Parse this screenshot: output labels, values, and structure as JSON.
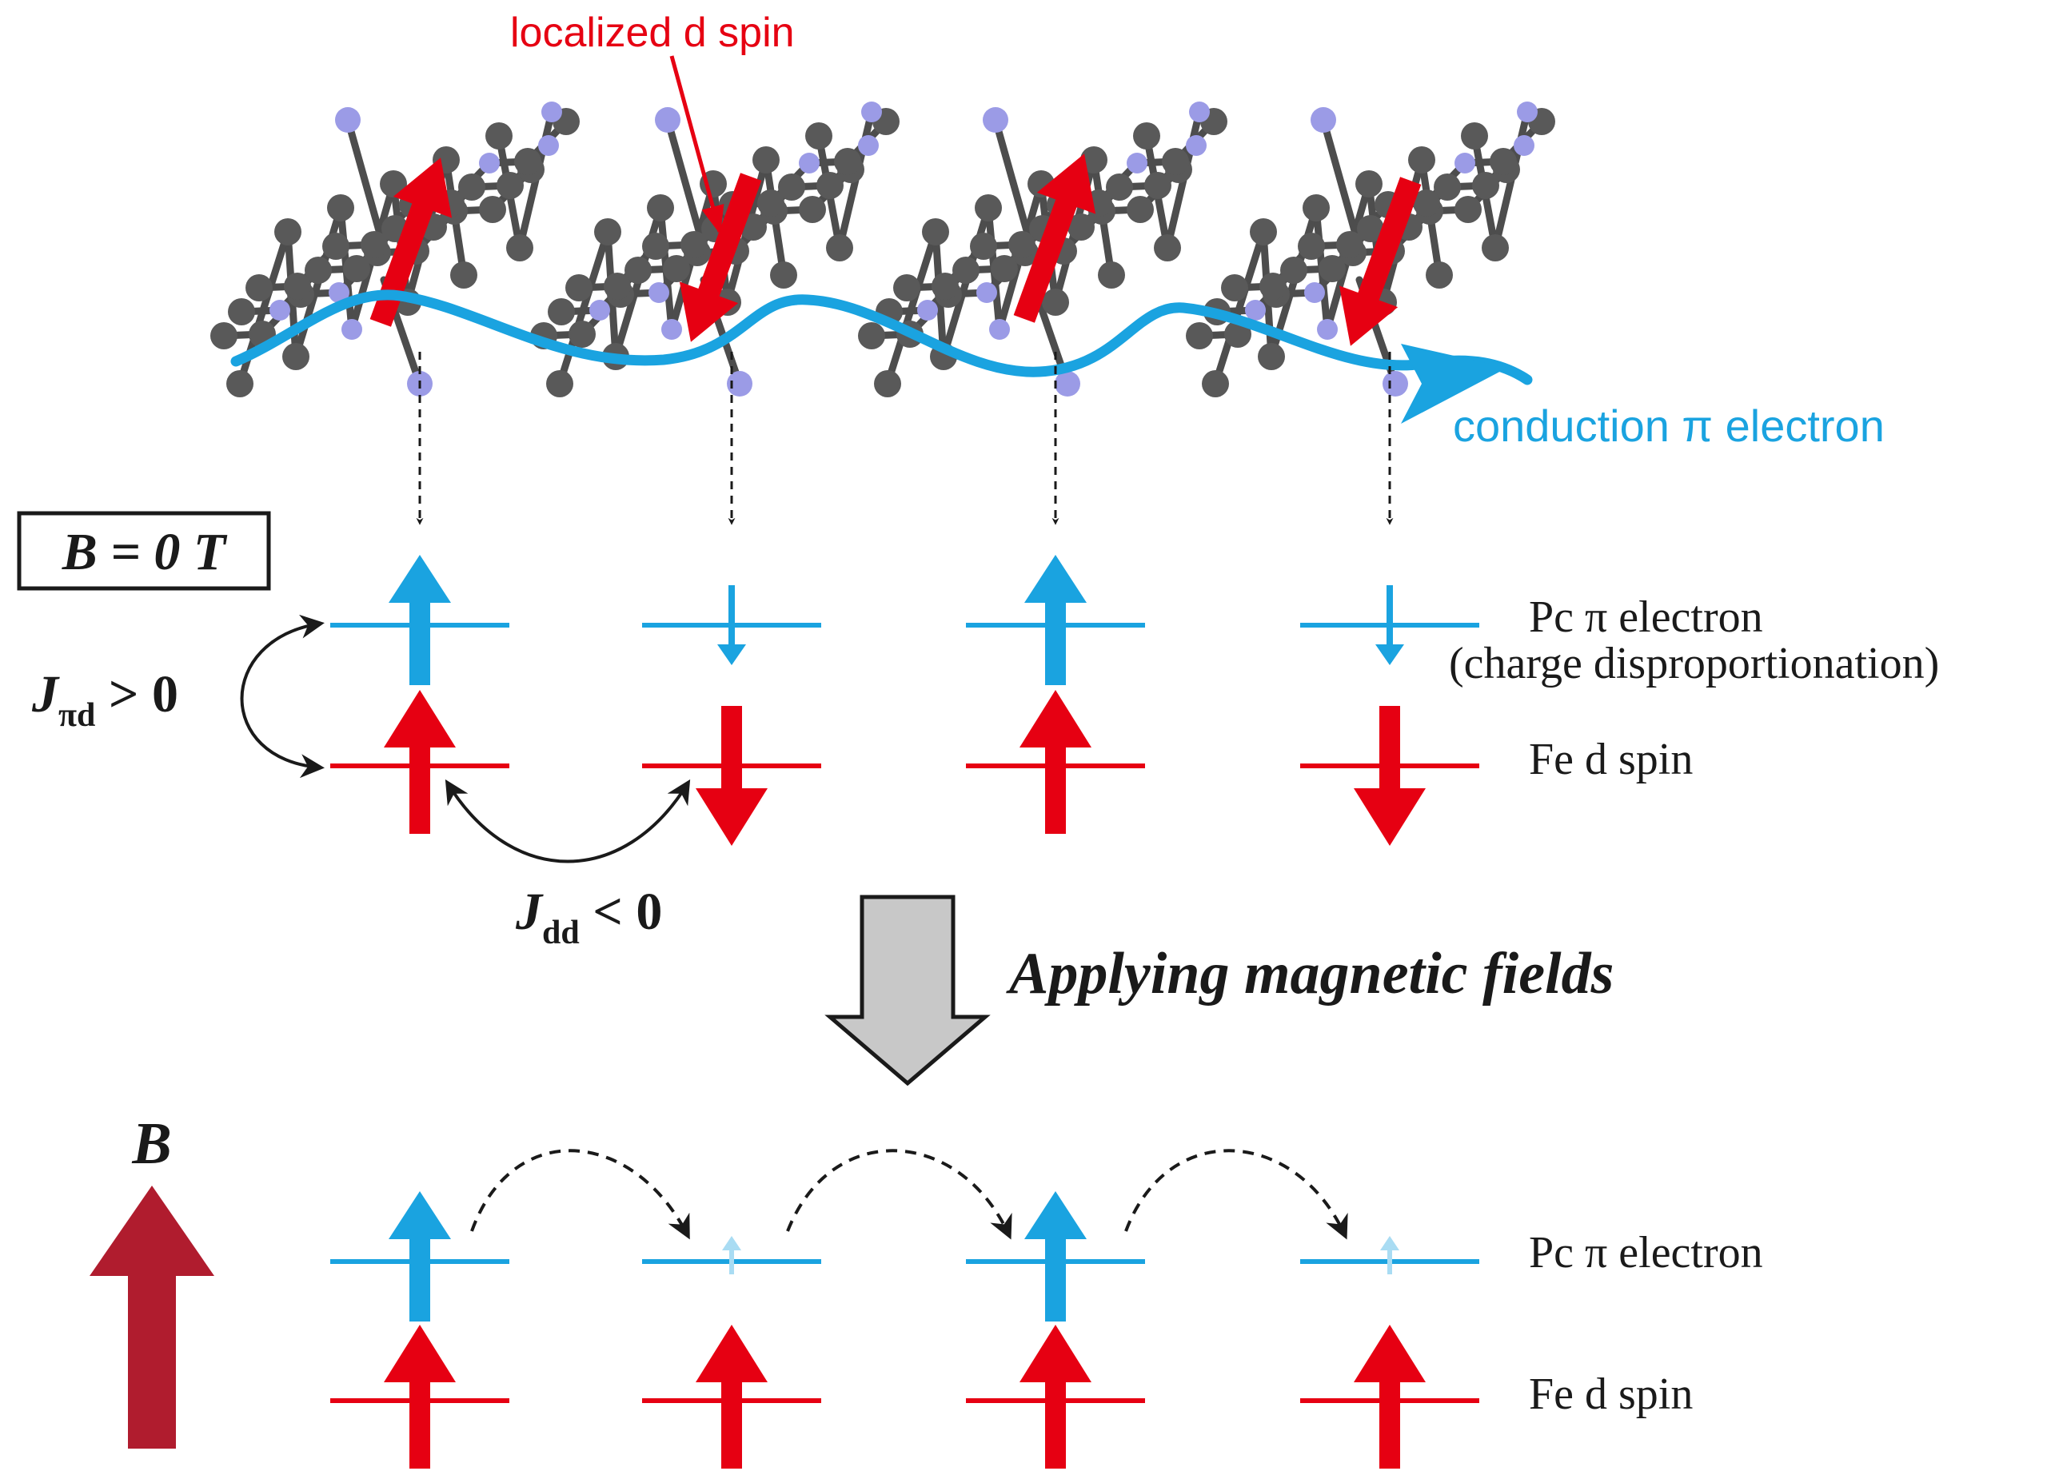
{
  "labels": {
    "localized_d_spin": "localized d spin",
    "conduction_pi_electron": "conduction π electron",
    "b_zero_box": "B = 0 T",
    "j_pi_d_symbol": "J",
    "j_pi_d_sub": "πd",
    "j_pi_d_relation": " > 0",
    "j_dd_symbol": "J",
    "j_dd_sub": "dd",
    "j_dd_relation": " < 0",
    "pc_pi_electron": "Pc π electron",
    "charge_disproportionation": "(charge disproportionation)",
    "fe_d_spin": "Fe d spin",
    "applying_magnetic_fields": "Applying magnetic fields",
    "field_symbol": "B",
    "pc_pi_electron_field": "Pc π electron",
    "fe_d_spin_field": "Fe d spin"
  },
  "colors": {
    "pi_electron": "#1aa3e0",
    "d_spin": "#e60012",
    "field_arrow": "#b01c2e",
    "process_arrow": "#c8c8c8",
    "carbon": "#595959",
    "nitrogen": "#9b9be6",
    "text": "#1a1a1a"
  },
  "zero_field_state": {
    "pi_spins": [
      "up-large",
      "down-small",
      "up-large",
      "down-small"
    ],
    "d_spins": [
      "up",
      "down",
      "up",
      "down"
    ]
  },
  "applied_field_state": {
    "pi_spins": [
      "up-large",
      "up-faint",
      "up-large",
      "up-faint"
    ],
    "d_spins": [
      "up",
      "up",
      "up",
      "up"
    ]
  }
}
